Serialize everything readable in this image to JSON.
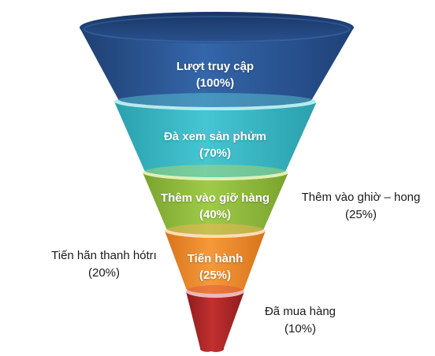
{
  "stages": [
    {
      "name": "Lượt truy cập",
      "value": "(100%)",
      "color": "#2e5a9c"
    },
    {
      "name": "Đà xem sản phửm",
      "value": "(70%)",
      "color": "#3bbbc7"
    },
    {
      "name": "Thêm vào giỡ hàng",
      "value": "(40%)",
      "color": "#93be3e"
    },
    {
      "name": "Tiến hành",
      "value": "(25%)",
      "color": "#f08a2a"
    },
    {
      "name": "",
      "value": "",
      "color": "#b8272a"
    }
  ],
  "annotations": [
    {
      "name": "Thêm vào ghiờ – hong",
      "value": "(25%)"
    },
    {
      "name": "Tiến hãn thanh hótrı",
      "value": "(20%)"
    },
    {
      "name": "Đã mua hàng",
      "value": "(10%)"
    }
  ]
}
